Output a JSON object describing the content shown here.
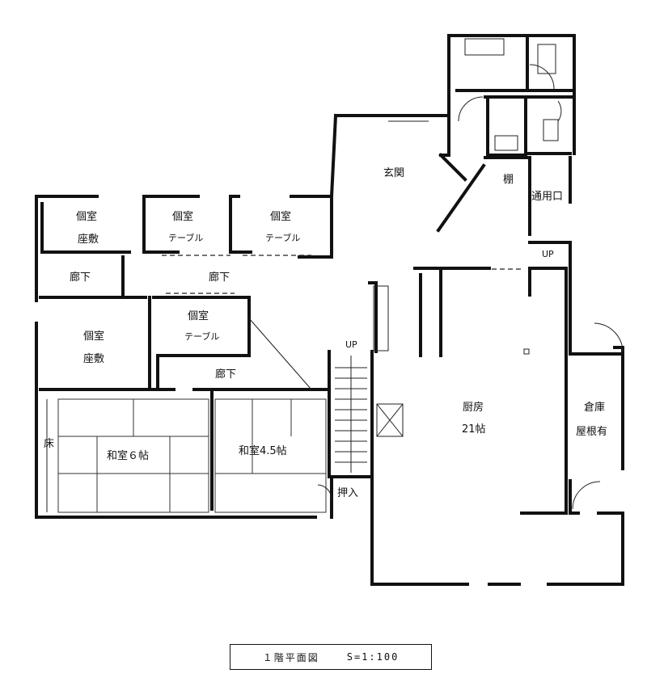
{
  "rooms": {
    "genkan": "玄関",
    "tana": "棚",
    "tsuyoguchi": "通用口",
    "up_right": "UP",
    "koshitsu_zashiki_1": "個室",
    "koshitsu_zashiki_1_sub": "座敷",
    "koshitsu_table_1": "個室",
    "koshitsu_table_1_sub": "テーブル",
    "koshitsu_table_2": "個室",
    "koshitsu_table_2_sub": "テーブル",
    "rouka_1": "廊下",
    "rouka_2": "廊下",
    "rouka_3": "廊下",
    "koshitsu_zashiki_2": "個室",
    "koshitsu_zashiki_2_sub": "座敷",
    "koshitsu_table_3": "個室",
    "koshitsu_table_3_sub": "テーブル",
    "up_stair": "UP",
    "tokonoma": "床",
    "washitsu_6": "和室６帖",
    "washitsu_45": "和室4.5帖",
    "oshiire": "押入",
    "chubou": "厨房",
    "chubou_size": "21帖",
    "souko": "倉庫",
    "souko_sub": "屋根有"
  },
  "caption": {
    "title": "１階平面図",
    "scale": "S=1:100"
  }
}
